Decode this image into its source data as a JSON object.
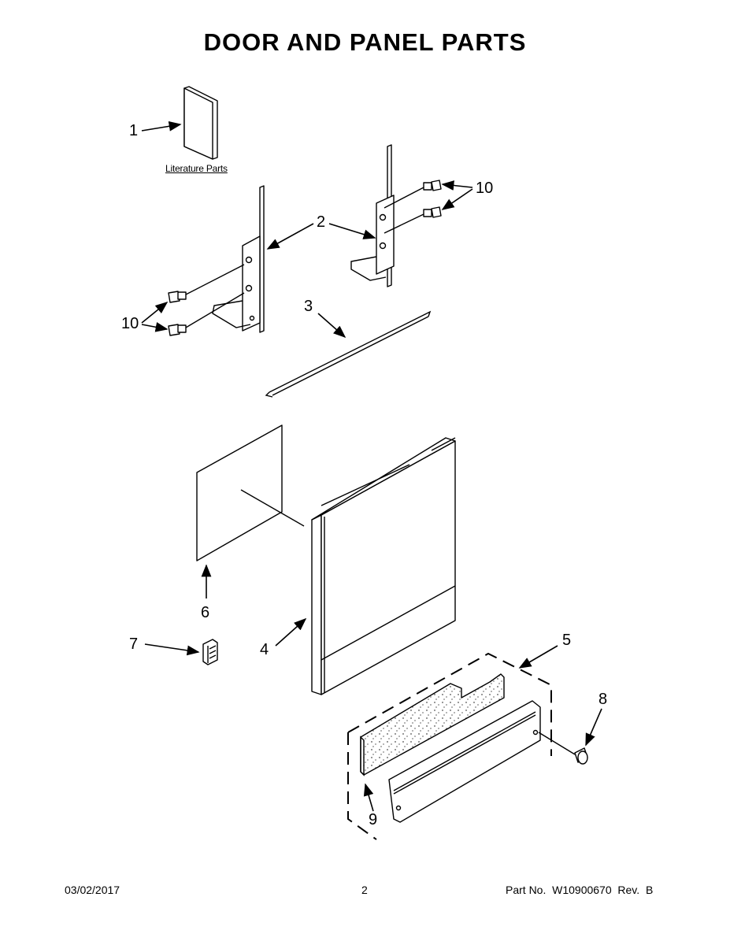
{
  "title": "DOOR AND PANEL PARTS",
  "literature_label": "Literature Parts",
  "callouts": {
    "c1": "1",
    "c2": "2",
    "c3": "3",
    "c4": "4",
    "c5": "5",
    "c6": "6",
    "c7": "7",
    "c8": "8",
    "c9": "9",
    "c10a": "10",
    "c10b": "10"
  },
  "footer": {
    "date": "03/02/2017",
    "page": "2",
    "part_no": "Part No.  W10900670  Rev.  B"
  }
}
